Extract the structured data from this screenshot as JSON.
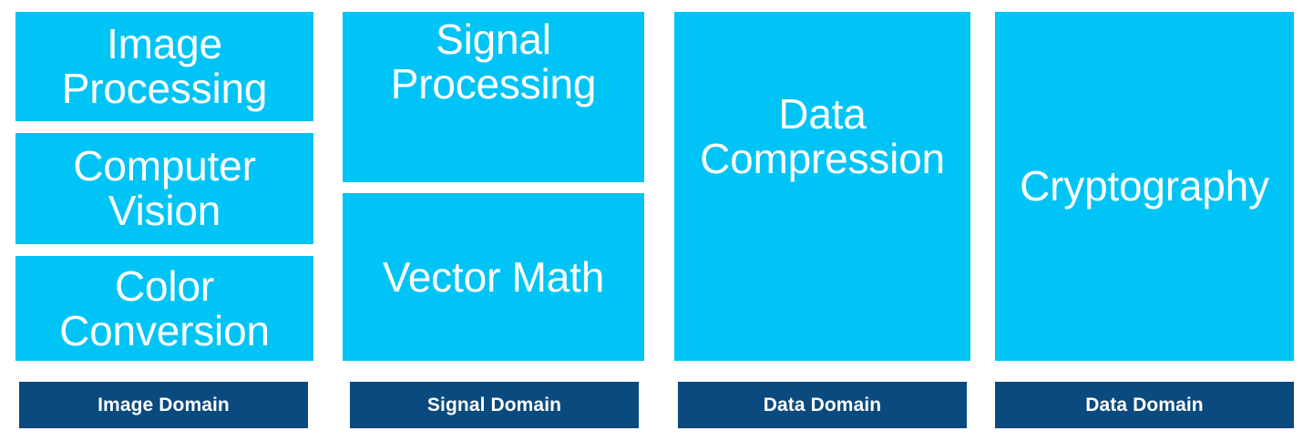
{
  "diagram": {
    "type": "grouped-block-diagram",
    "background_color": "#ffffff",
    "capability_color": "#00c4f5",
    "domain_color": "#0a4a7e",
    "text_color": "#ffffff",
    "columns": [
      {
        "id": "image-domain",
        "domain_label": "Image Domain",
        "capabilities": [
          {
            "label": "Image\nProcessing"
          },
          {
            "label": "Computer\nVision"
          },
          {
            "label": "Color\nConversion"
          }
        ]
      },
      {
        "id": "signal-domain",
        "domain_label": "Signal Domain",
        "capabilities": [
          {
            "label": "Signal\nProcessing"
          },
          {
            "label": "Vector Math"
          }
        ]
      },
      {
        "id": "data-domain-compression",
        "domain_label": "Data Domain",
        "capabilities": [
          {
            "label": "Data\nCompression"
          }
        ]
      },
      {
        "id": "data-domain-cryptography",
        "domain_label": "Data Domain",
        "capabilities": [
          {
            "label": "Cryptography"
          }
        ]
      }
    ]
  }
}
